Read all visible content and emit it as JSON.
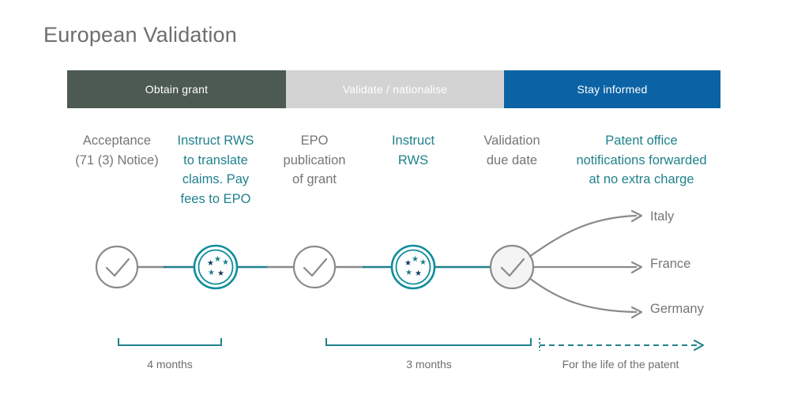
{
  "page": {
    "title": "European Validation"
  },
  "colors": {
    "phase_obtain_bg": "#4d5a52",
    "phase_validate_bg": "#d3d3d3",
    "phase_inform_bg": "#0b63a5",
    "teal": "#21818d",
    "gray_text": "#767676",
    "title_gray": "#6e6e6e",
    "line_gray": "#8a8a8a",
    "star_navy": "#10395e",
    "star_teal": "#1a7f8c"
  },
  "phases": [
    {
      "label": "Obtain grant",
      "bg": "#4d5a52"
    },
    {
      "label": "Validate / nationalise",
      "bg": "#d3d3d3"
    },
    {
      "label": "Stay informed",
      "bg": "#0b63a5"
    }
  ],
  "steps": [
    {
      "caption": "Acceptance\n(71 (3) Notice)",
      "color": "gray",
      "icon": "check-circle-icon"
    },
    {
      "caption": "Instruct RWS\nto translate\nclaims. Pay\nfees to EPO",
      "color": "teal",
      "icon": "eu-stars-circle-icon"
    },
    {
      "caption": "EPO\npublication\nof grant",
      "color": "gray",
      "icon": "check-circle-icon"
    },
    {
      "caption": "Instruct\nRWS",
      "color": "teal",
      "icon": "eu-stars-circle-icon"
    },
    {
      "caption": "Validation\ndue date",
      "color": "gray",
      "icon": "check-circle-icon"
    },
    {
      "caption": "Patent office\nnotifications forwarded\nat no extra charge",
      "color": "teal",
      "icon": ""
    }
  ],
  "branches": [
    {
      "label": "Italy"
    },
    {
      "label": "France"
    },
    {
      "label": "Germany"
    }
  ],
  "durations": [
    {
      "label": "4 months",
      "style": "bracket"
    },
    {
      "label": "3 months",
      "style": "bracket"
    },
    {
      "label": "For the life of the patent",
      "style": "dashed-arrow"
    }
  ]
}
